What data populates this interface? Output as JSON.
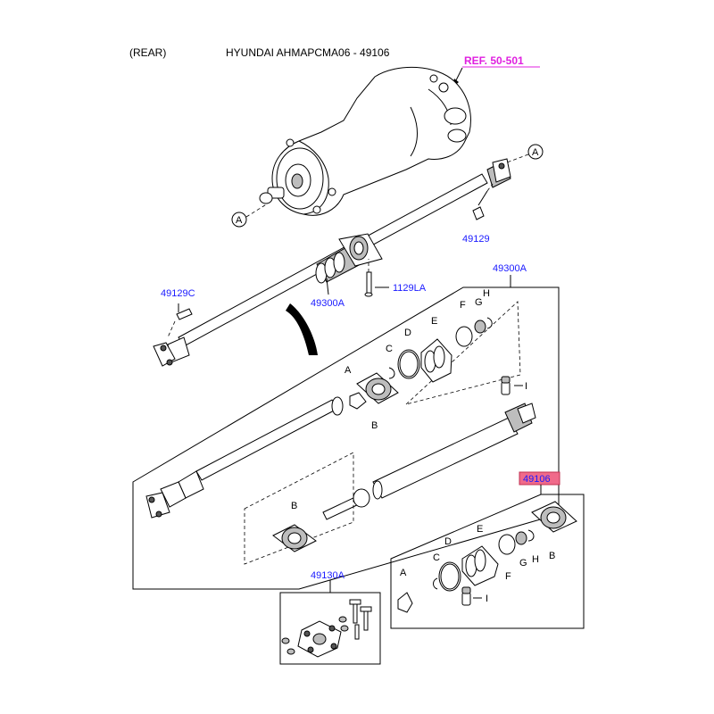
{
  "header": {
    "position": "(REAR)",
    "title": "HYUNDAI AHMAPCMA06 - 49106",
    "reference": "REF. 50-501"
  },
  "callouts": {
    "a_left": "A",
    "a_right": "A",
    "p49129": "49129",
    "p49129c": "49129C",
    "p49300a_top": "49300A",
    "p49300a_box": "49300A",
    "p1129la": "1129LA",
    "p49106": "49106",
    "p49130a": "49130A"
  },
  "assembly_letters": {
    "A": "A",
    "B": "B",
    "C": "C",
    "D": "D",
    "E": "E",
    "F": "F",
    "G": "G",
    "H": "H",
    "I": "I"
  },
  "subassembly_letters": {
    "A": "A",
    "B": "B",
    "C": "C",
    "D": "D",
    "E": "E",
    "F": "F",
    "G": "G",
    "H": "H",
    "I": "I"
  },
  "colors": {
    "callout_text": "#1a1aff",
    "reference_text": "#e020e0",
    "highlight_fill": "#f06a8a"
  }
}
